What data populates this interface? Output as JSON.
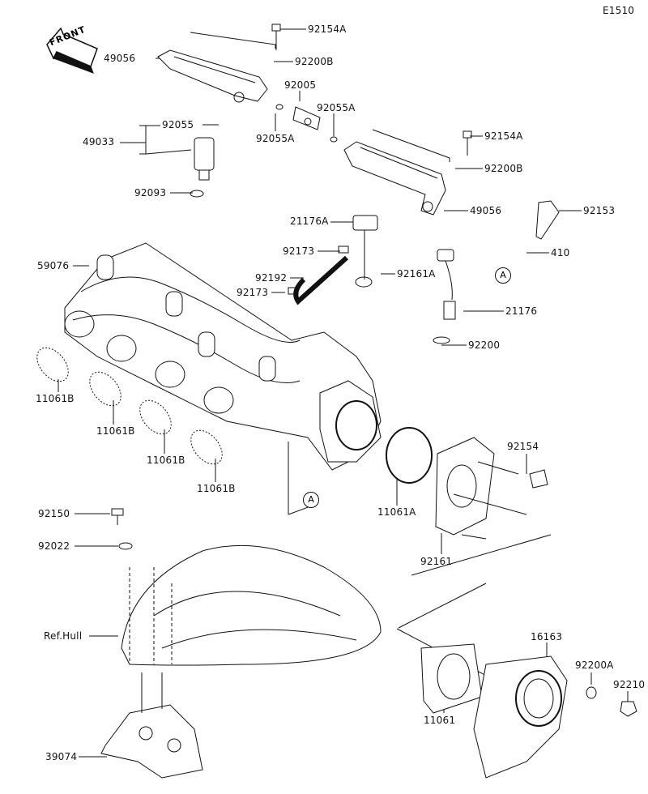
{
  "diagram_code": "E1510",
  "front_logo": "FRONT",
  "ref_marker": "A",
  "labels": [
    "92154A",
    "49056",
    "92200B",
    "92005",
    "92055A",
    "92055",
    "49033",
    "92055A",
    "92154A",
    "92200B",
    "92093",
    "49056",
    "92153",
    "21176A",
    "92173",
    "410",
    "59076",
    "92192",
    "92161A",
    "92173",
    "21176",
    "92200",
    "11061B",
    "11061B",
    "11061B",
    "11061B",
    "92154",
    "11061A",
    "92150",
    "92022",
    "92161",
    "Ref.Hull",
    "16163",
    "92200A",
    "92210",
    "11061",
    "39074"
  ],
  "colors": {
    "line": "#111111",
    "background": "#ffffff"
  }
}
